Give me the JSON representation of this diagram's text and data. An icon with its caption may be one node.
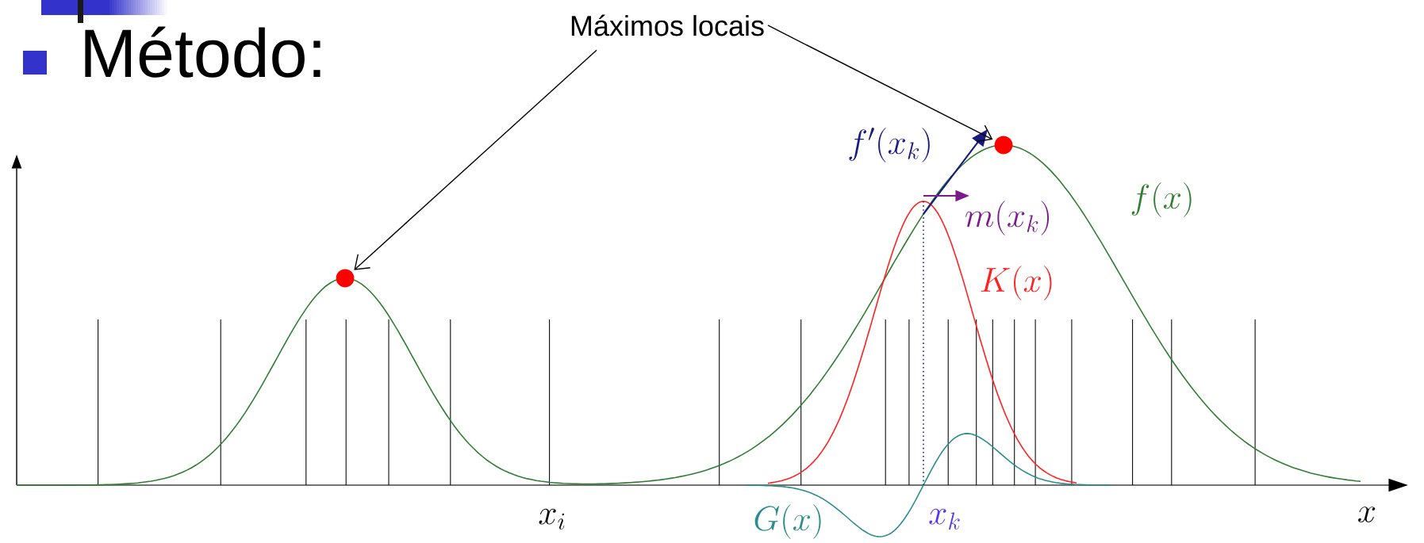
{
  "diagram": {
    "title": "Método:",
    "nodes": [
      {
        "text": [
          "Máximos locais"
        ]
      },
      {
        "text": [],
        "shape": "circle"
      },
      {
        "text": [],
        "shape": "circle"
      }
    ],
    "edges": [
      {
        "from": 0,
        "to": 1,
        "arrow": "to"
      },
      {
        "from": 0,
        "to": 2,
        "arrow": "to"
      }
    ],
    "labels": [
      "f'(x_k)",
      "m(x_k)",
      "f(x)",
      "K(x)",
      "G(x)",
      "x_i",
      "x_k",
      "x"
    ]
  }
}
